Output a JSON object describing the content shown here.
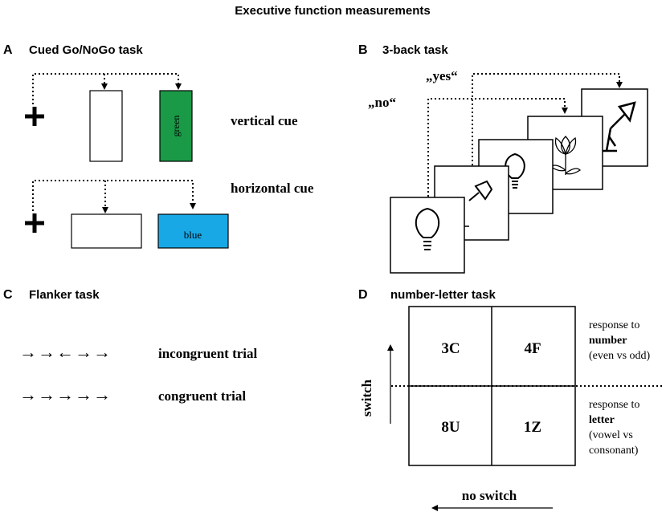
{
  "title": "Executive function measurements",
  "panel_a": {
    "letter": "A",
    "title": "Cued Go/NoGo task",
    "vertical_box_word": "green",
    "vertical_label": "vertical cue",
    "horizontal_label": "horizontal cue",
    "horizontal_box_word": "blue",
    "green_color": "#1a9a47",
    "blue_color": "#19a8e6"
  },
  "panel_b": {
    "letter": "B",
    "title": "3-back task",
    "yes_label": "„yes“",
    "no_label": "„no“",
    "card_icons": [
      "lightbulb-icon",
      "pin-icon",
      "lightbulb-icon",
      "flower-icon",
      "lamp-icon"
    ]
  },
  "panel_c": {
    "letter": "C",
    "title": "Flanker task",
    "incongruent_arrows": "→→←→→",
    "incongruent_label": "incongruent trial",
    "congruent_arrows": "→→→→→",
    "congruent_label": "congruent trial"
  },
  "panel_d": {
    "letter": "D",
    "title": "number-letter task",
    "cells": [
      "3C",
      "4F",
      "8U",
      "1Z"
    ],
    "number_resp_line1": "response to",
    "number_resp_bold": "number",
    "number_resp_line3": "(even vs odd)",
    "letter_resp_line1": "response to",
    "letter_resp_bold": "letter",
    "letter_resp_line3": "(vowel vs",
    "letter_resp_line4": "consonant)",
    "switch_label": "switch",
    "no_switch_label": "no switch"
  }
}
